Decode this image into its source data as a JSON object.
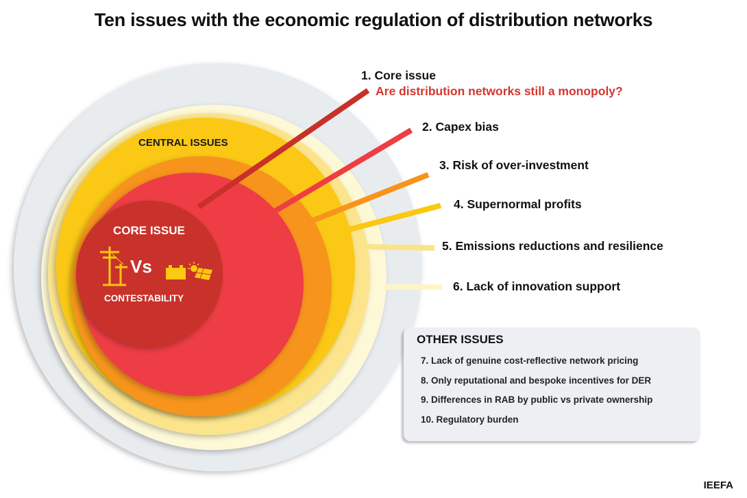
{
  "title": "Ten issues with the economic regulation of distribution networks",
  "rings": {
    "central_label": "CENTRAL ISSUES",
    "core_label": "CORE ISSUE",
    "vs_label": "Vs",
    "contestability_label": "CONTESTABILITY"
  },
  "issues": [
    {
      "label": "1. Core issue",
      "sub": "Are distribution networks still a monopoly?",
      "color": "#C8302A"
    },
    {
      "label": "2. Capex bias",
      "color": "#EE3E44"
    },
    {
      "label": "3. Risk of over-investment",
      "color": "#F7941D"
    },
    {
      "label": "4. Supernormal profits",
      "color": "#FBC812"
    },
    {
      "label": "5. Emissions reductions and resilience",
      "color": "#FBE38A"
    },
    {
      "label": "6. Lack of innovation  support",
      "color": "#FDF5C6"
    }
  ],
  "other_issues": {
    "heading": "OTHER ISSUES",
    "items": [
      "7. Lack of genuine cost-reflective network pricing",
      "8. Only reputational and bespoke incentives for DER",
      "9. Differences in RAB by public vs private ownership",
      "10. Regulatory burden"
    ]
  },
  "brand": "IEEFA",
  "icons": [
    "power-pole-icon",
    "battery-icon",
    "solar-panel-icon"
  ]
}
